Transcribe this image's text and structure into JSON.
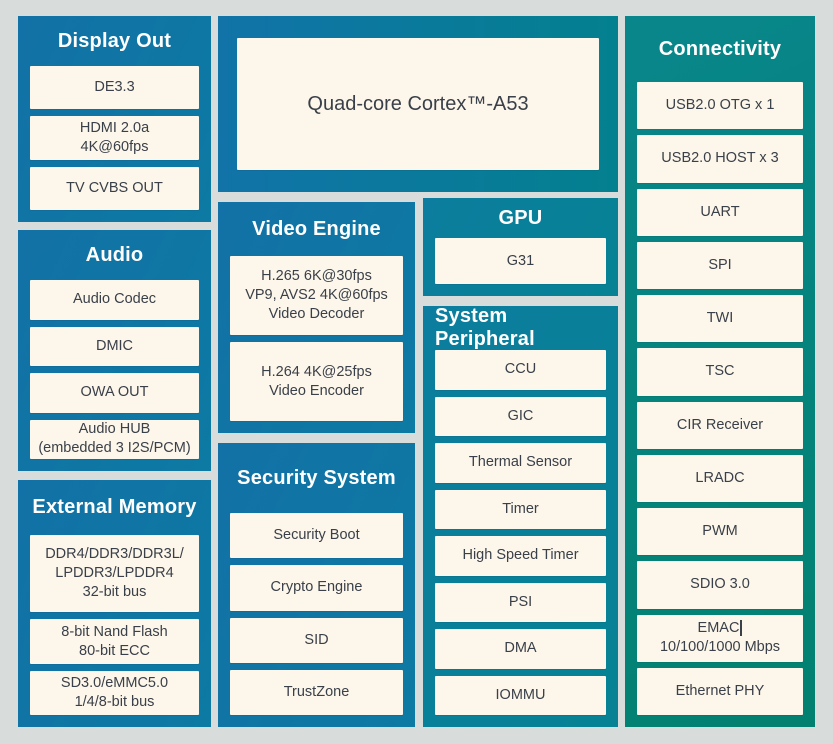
{
  "colors": {
    "background": "#d8dcdb",
    "blue1": "#1271a6",
    "blue2": "#0d7aa3",
    "teal1": "#0c7d9e",
    "teal2": "#068294",
    "green1": "#08868b",
    "green2": "#028170",
    "cortex1": "#1173a8",
    "cortex2": "#03808f",
    "cell_background": "#fdf6ea",
    "cell_text": "#3a4049",
    "title_text": "#ffffff"
  },
  "cortex": {
    "label": "Quad-core Cortex™-A53"
  },
  "panels": [
    {
      "id": "display-out",
      "title": "Display Out",
      "theme": "blue",
      "cells": [
        {
          "name": "cell-de33",
          "lines": [
            "DE3.3"
          ]
        },
        {
          "name": "cell-hdmi",
          "lines": [
            "HDMI 2.0a",
            "4K@60fps"
          ]
        },
        {
          "name": "cell-tv-cvbs-out",
          "lines": [
            "TV CVBS OUT"
          ]
        }
      ]
    },
    {
      "id": "audio",
      "title": "Audio",
      "theme": "blue",
      "cells": [
        {
          "name": "cell-audio-codec",
          "lines": [
            "Audio Codec"
          ]
        },
        {
          "name": "cell-dmic",
          "lines": [
            "DMIC"
          ]
        },
        {
          "name": "cell-owa-out",
          "lines": [
            "OWA OUT"
          ]
        },
        {
          "name": "cell-audio-hub",
          "lines": [
            "Audio HUB",
            "(embedded 3 I2S/PCM)"
          ]
        }
      ]
    },
    {
      "id": "external-memory",
      "title": "External Memory",
      "theme": "blue",
      "cells": [
        {
          "name": "cell-ddr",
          "extra_class": "cell-ddr",
          "lines": [
            "DDR4/DDR3/DDR3L/",
            "LPDDR3/LPDDR4",
            "32-bit bus"
          ]
        },
        {
          "name": "cell-nand-flash",
          "lines": [
            "8-bit Nand Flash",
            "80-bit ECC"
          ]
        },
        {
          "name": "cell-sd-emmc",
          "lines": [
            "SD3.0/eMMC5.0",
            "1/4/8-bit bus"
          ]
        }
      ]
    },
    {
      "id": "video-engine",
      "title": "Video Engine",
      "theme": "blue",
      "cells": [
        {
          "name": "cell-video-decoder",
          "lines": [
            "H.265 6K@30fps",
            "VP9, AVS2 4K@60fps",
            "Video Decoder"
          ]
        },
        {
          "name": "cell-video-encoder",
          "lines": [
            "H.264 4K@25fps",
            "Video Encoder"
          ]
        }
      ]
    },
    {
      "id": "security-system",
      "title": "Security System",
      "theme": "blue",
      "cells": [
        {
          "name": "cell-security-boot",
          "lines": [
            "Security Boot"
          ]
        },
        {
          "name": "cell-crypto-engine",
          "lines": [
            "Crypto Engine"
          ]
        },
        {
          "name": "cell-sid",
          "lines": [
            "SID"
          ]
        },
        {
          "name": "cell-trustzone",
          "lines": [
            "TrustZone"
          ]
        }
      ]
    },
    {
      "id": "gpu",
      "title": "GPU",
      "theme": "teal",
      "cells": [
        {
          "name": "cell-g31",
          "lines": [
            "G31"
          ]
        }
      ]
    },
    {
      "id": "system-peripheral",
      "title": "System Peripheral",
      "theme": "teal",
      "cells": [
        {
          "name": "cell-ccu",
          "lines": [
            "CCU"
          ]
        },
        {
          "name": "cell-gic",
          "lines": [
            "GIC"
          ]
        },
        {
          "name": "cell-thermal-sensor",
          "lines": [
            "Thermal Sensor"
          ]
        },
        {
          "name": "cell-timer",
          "lines": [
            "Timer"
          ]
        },
        {
          "name": "cell-high-speed-timer",
          "lines": [
            "High Speed Timer"
          ]
        },
        {
          "name": "cell-psi",
          "lines": [
            "PSI"
          ]
        },
        {
          "name": "cell-dma",
          "lines": [
            "DMA"
          ]
        },
        {
          "name": "cell-iommu",
          "lines": [
            "IOMMU"
          ]
        }
      ]
    },
    {
      "id": "connectivity",
      "title": "Connectivity",
      "theme": "green",
      "cells": [
        {
          "name": "cell-usb-otg",
          "lines": [
            "USB2.0 OTG x 1"
          ]
        },
        {
          "name": "cell-usb-host",
          "lines": [
            "USB2.0 HOST x 3"
          ]
        },
        {
          "name": "cell-uart",
          "lines": [
            "UART"
          ]
        },
        {
          "name": "cell-spi",
          "lines": [
            "SPI"
          ]
        },
        {
          "name": "cell-twi",
          "lines": [
            "TWI"
          ]
        },
        {
          "name": "cell-tsc",
          "lines": [
            "TSC"
          ]
        },
        {
          "name": "cell-cir-receiver",
          "lines": [
            "CIR Receiver"
          ]
        },
        {
          "name": "cell-lradc",
          "lines": [
            "LRADC"
          ]
        },
        {
          "name": "cell-pwm",
          "lines": [
            "PWM"
          ]
        },
        {
          "name": "cell-sdio",
          "lines": [
            "SDIO 3.0"
          ]
        },
        {
          "name": "cell-emac",
          "lines": [
            "EMAC",
            "10/100/1000 Mbps"
          ],
          "caret_after_line": 0
        },
        {
          "name": "cell-ethernet-phy",
          "lines": [
            "Ethernet PHY"
          ]
        }
      ]
    }
  ]
}
